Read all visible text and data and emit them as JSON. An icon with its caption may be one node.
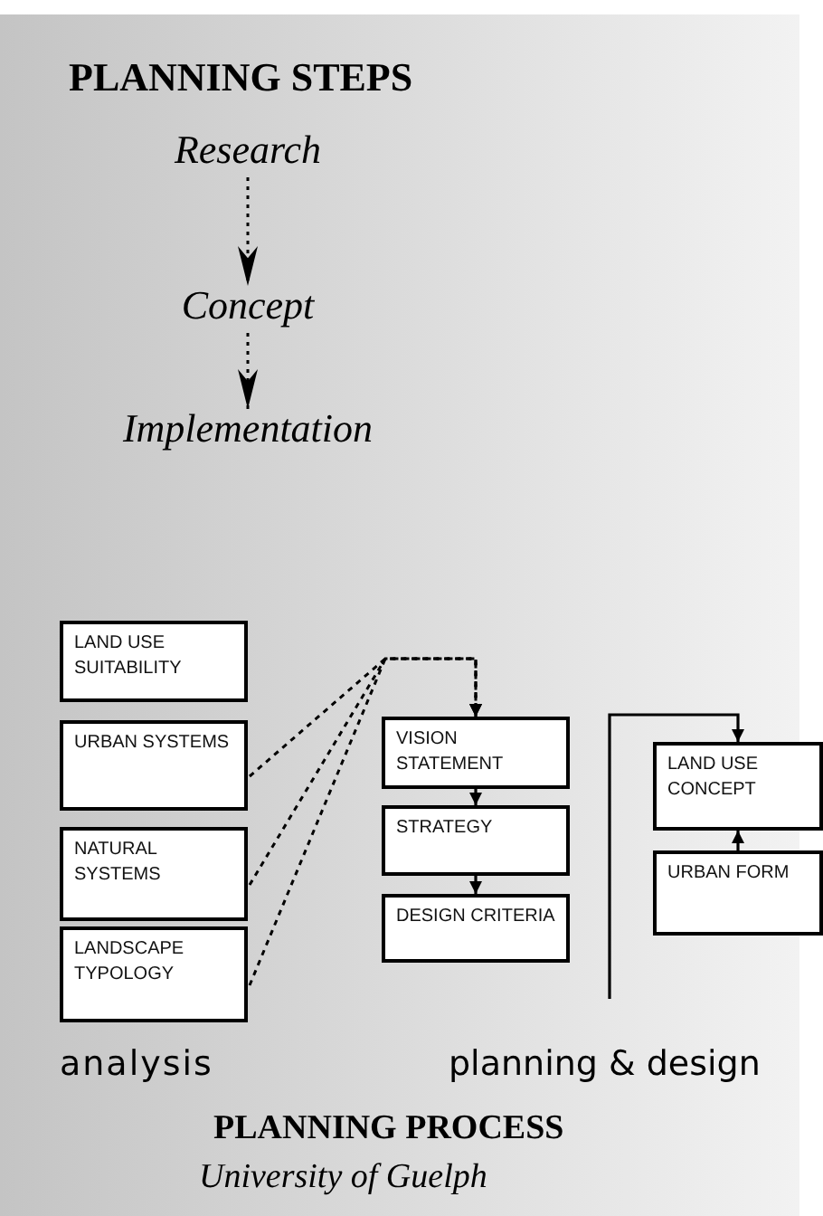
{
  "diagram": {
    "title": "PLANNING STEPS",
    "caption": "PLANNING PROCESS",
    "nodes": [
      {
        "text": [
          "Research"
        ]
      },
      {
        "text": [
          "Concept"
        ]
      },
      {
        "text": [
          "Implementation"
        ]
      },
      {
        "text": [
          "LAND USE SUITABILITY"
        ]
      },
      {
        "text": [
          "URBAN SYSTEMS"
        ]
      },
      {
        "text": [
          "NATURAL SYSTEMS"
        ]
      },
      {
        "text": [
          "LANDSCAPE TYPOLOGY"
        ]
      },
      {
        "text": [
          "VISION STATEMENT"
        ]
      },
      {
        "text": [
          "STRATEGY"
        ]
      },
      {
        "text": [
          "DESIGN CRITERIA"
        ]
      },
      {
        "text": [
          "LAND USE CONCEPT"
        ]
      },
      {
        "text": [
          "URBAN FORM"
        ]
      }
    ],
    "edges": [
      {
        "from": 0,
        "to": 1,
        "arrow": "to",
        "style": "dashed"
      },
      {
        "from": 1,
        "to": 2,
        "arrow": "to",
        "style": "dashed"
      },
      {
        "from": 4,
        "to": 7,
        "arrow": "to",
        "style": "dashed"
      },
      {
        "from": 5,
        "to": 7,
        "arrow": "to",
        "style": "dashed"
      },
      {
        "from": 6,
        "to": 7,
        "arrow": "to",
        "style": "dashed"
      },
      {
        "from": 7,
        "to": 8,
        "arrow": "to"
      },
      {
        "from": 8,
        "to": 9,
        "arrow": "to"
      },
      {
        "from": null,
        "to": 10,
        "arrow": "to"
      },
      {
        "from": 11,
        "to": 10,
        "arrow": "to"
      }
    ],
    "labels": [
      "analysis",
      "planning & design",
      "University of Guelph"
    ]
  }
}
